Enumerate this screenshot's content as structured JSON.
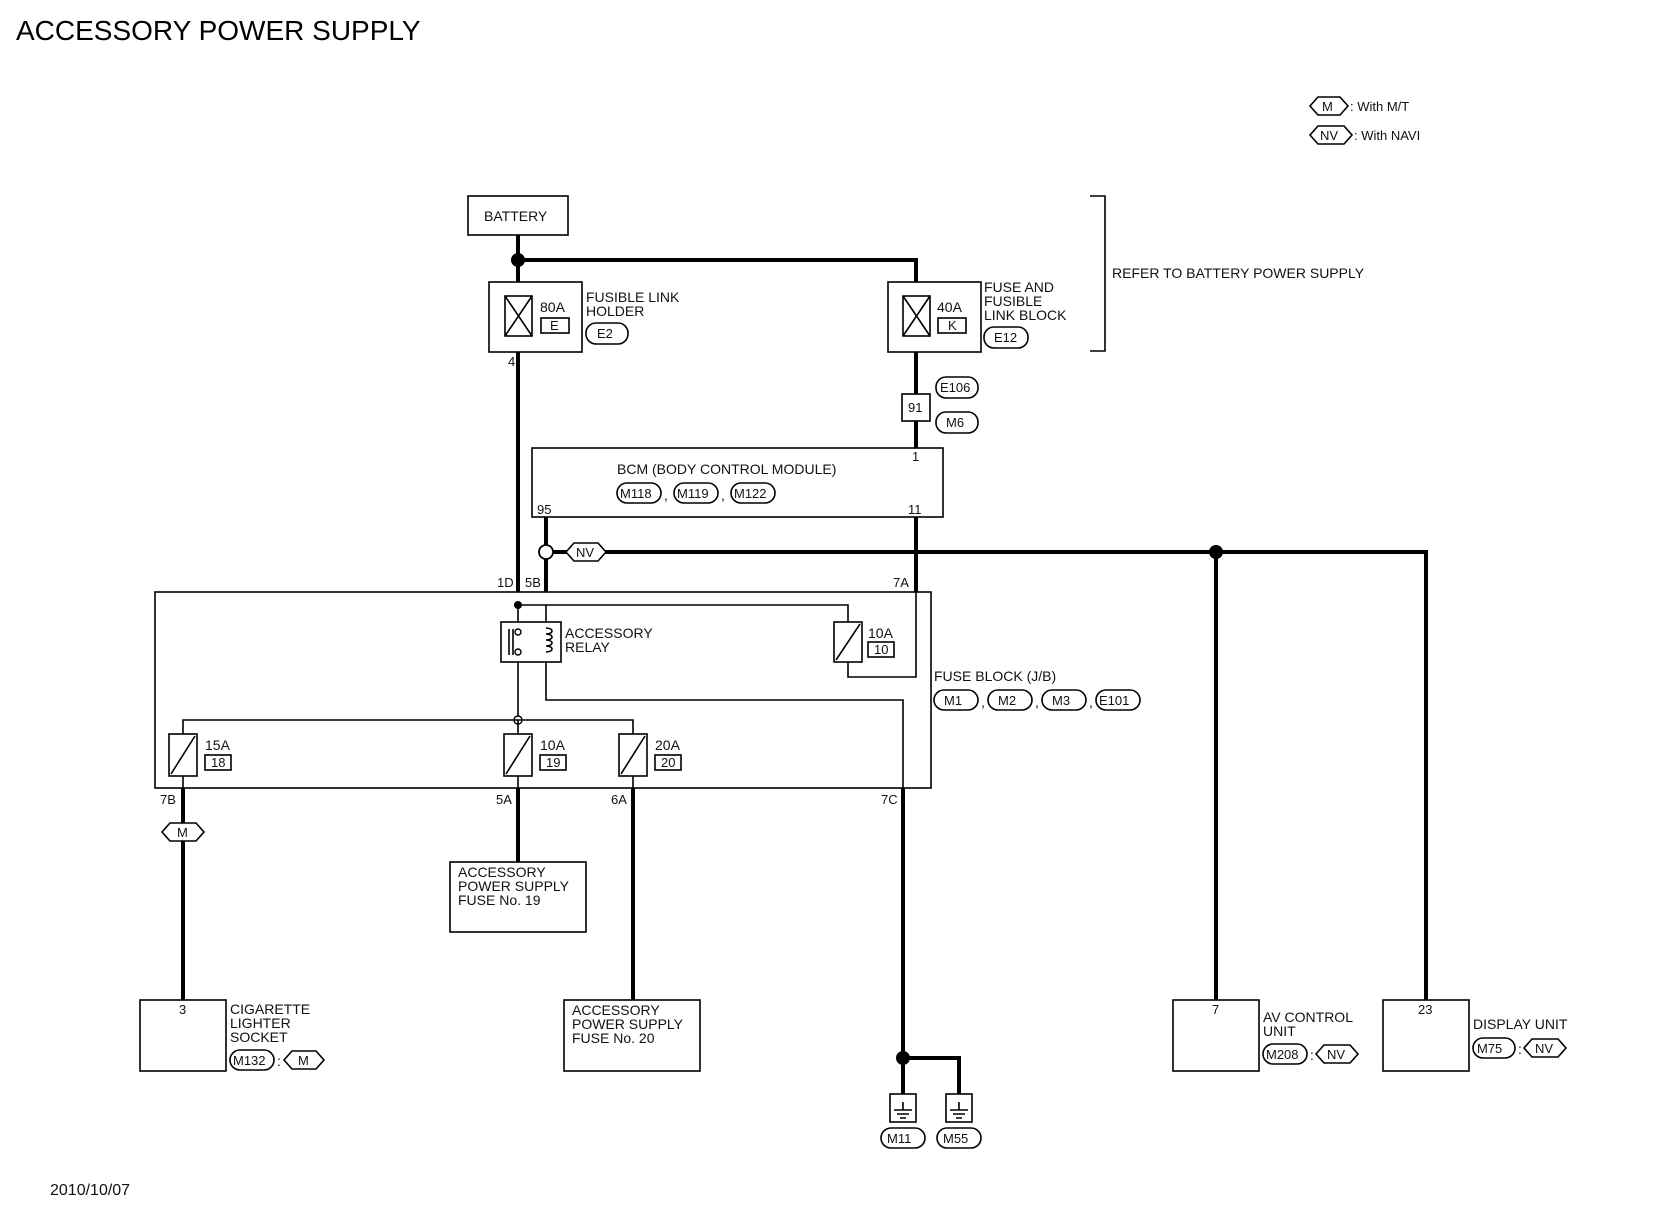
{
  "title": "ACCESSORY POWER SUPPLY",
  "date": "2010/10/07",
  "legend": [
    {
      "code": "M",
      "text": ": With M/T"
    },
    {
      "code": "NV",
      "text": ": With NAVI"
    }
  ],
  "battery": "BATTERY",
  "refer_note": "REFER TO BATTERY POWER SUPPLY",
  "fusible_link": {
    "label": [
      "FUSIBLE LINK",
      "HOLDER"
    ],
    "amp": "80A",
    "letter": "E",
    "connector": "E2",
    "pin": "4"
  },
  "fuse_link_block": {
    "label": [
      "FUSE AND",
      "FUSIBLE",
      "LINK BLOCK"
    ],
    "amp": "40A",
    "letter": "K",
    "connector": "E12"
  },
  "joint": {
    "pin": "91",
    "connectors": [
      "E106",
      "M6"
    ]
  },
  "bcm": {
    "label": "BCM (BODY CONTROL MODULE)",
    "connectors": [
      "M118",
      "M119",
      "M122"
    ],
    "pins": {
      "in": "1",
      "p95": "95",
      "p11": "11"
    }
  },
  "nv_tag": "NV",
  "fuse_block": {
    "label": "FUSE BLOCK (J/B)",
    "connectors": [
      "M1",
      "M2",
      "M3",
      "E101"
    ],
    "pins": {
      "p1d": "1D",
      "p5b": "5B",
      "p7a": "7A",
      "p7b": "7B",
      "p5a": "5A",
      "p6a": "6A",
      "p7c": "7C"
    },
    "relay": [
      "ACCESSORY",
      "RELAY"
    ],
    "fuses": [
      {
        "amp": "10A",
        "num": "10"
      },
      {
        "amp": "15A",
        "num": "18"
      },
      {
        "amp": "10A",
        "num": "19"
      },
      {
        "amp": "20A",
        "num": "20"
      }
    ]
  },
  "m_tag": "M",
  "fuse19_box": [
    "ACCESSORY",
    "POWER SUPPLY",
    "FUSE No. 19"
  ],
  "fuse20_box": [
    "ACCESSORY",
    "POWER SUPPLY",
    "FUSE No. 20"
  ],
  "cigarette": {
    "pin": "3",
    "label": [
      "CIGARETTE",
      "LIGHTER",
      "SOCKET"
    ],
    "connector": "M132",
    "tag": "M"
  },
  "av_unit": {
    "pin": "7",
    "label": [
      "AV CONTROL",
      "UNIT"
    ],
    "connector": "M208",
    "tag": "NV"
  },
  "display_unit": {
    "pin": "23",
    "label": [
      "DISPLAY UNIT"
    ],
    "connector": "M75",
    "tag": "NV"
  },
  "grounds": [
    "M11",
    "M55"
  ],
  "colon": ":",
  "comma": ","
}
